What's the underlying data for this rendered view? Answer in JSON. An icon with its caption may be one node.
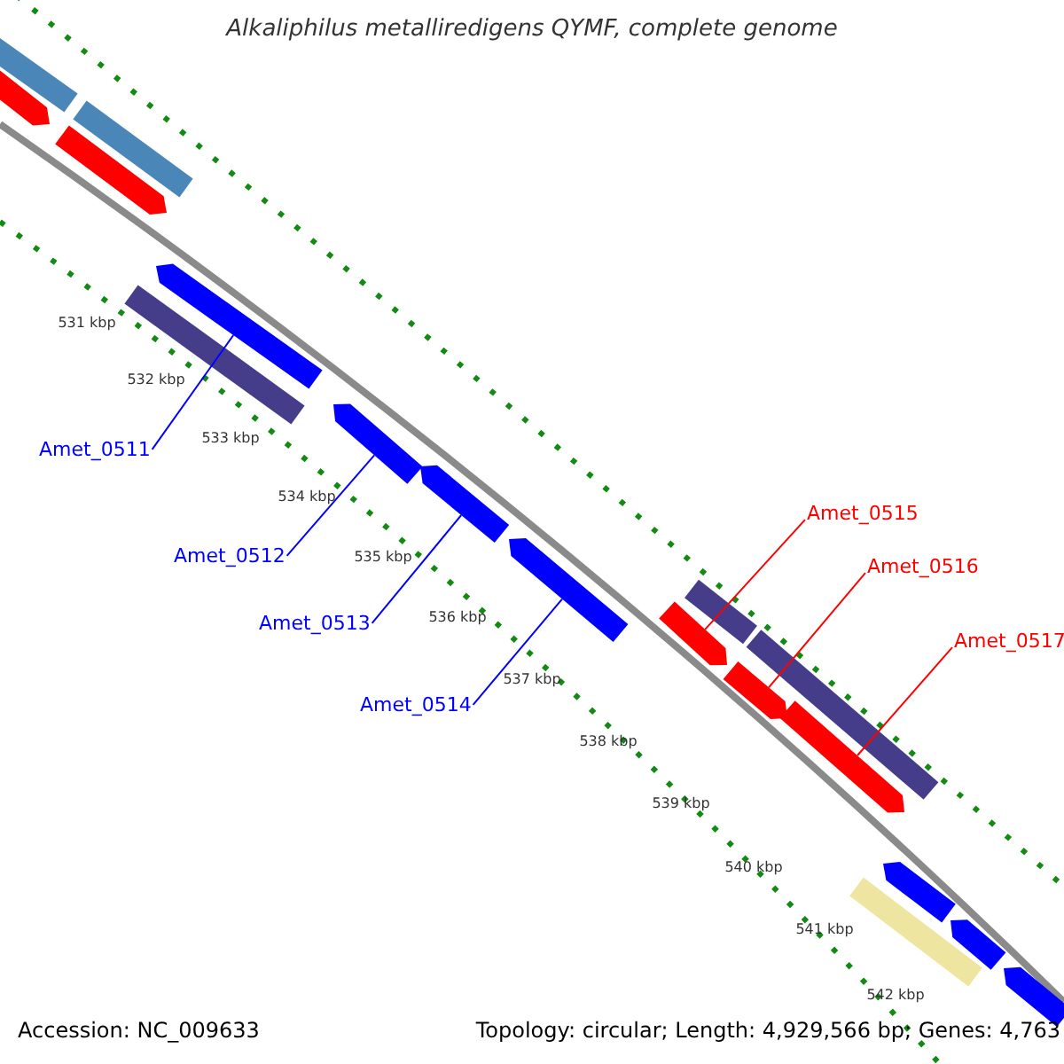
{
  "diagram": {
    "title": "Alkaliphilus metalliredigens QYMF, complete genome",
    "nodes": [
      {
        "text": [
          "Amet_0511"
        ]
      },
      {
        "text": [
          "Amet_0512"
        ]
      },
      {
        "text": [
          "Amet_0513"
        ]
      },
      {
        "text": [
          "Amet_0514"
        ]
      },
      {
        "text": [
          "Amet_0515"
        ]
      },
      {
        "text": [
          "Amet_0516"
        ]
      },
      {
        "text": [
          "Amet_0517"
        ]
      },
      {
        "text": [],
        "shape": "bar"
      },
      {
        "text": [],
        "shape": "arrow"
      },
      {
        "text": [],
        "shape": "arrow"
      },
      {
        "text": [],
        "shape": "bar"
      },
      {
        "text": [],
        "shape": "bar"
      },
      {
        "text": [],
        "shape": "arrow"
      },
      {
        "text": [],
        "shape": "arrow"
      },
      {
        "text": [],
        "shape": "arrow"
      },
      {
        "text": [],
        "shape": "arrow"
      },
      {
        "text": [],
        "shape": "arrow"
      },
      {
        "text": [],
        "shape": "bar"
      },
      {
        "text": [],
        "shape": "arrow"
      },
      {
        "text": [],
        "shape": "bar"
      },
      {
        "text": [],
        "shape": "arrow"
      },
      {
        "text": [],
        "shape": "bar"
      },
      {
        "text": [],
        "shape": "arrow"
      },
      {
        "text": [],
        "shape": "arrow"
      },
      {
        "text": [],
        "shape": "arrow"
      }
    ],
    "edges": [
      {
        "from": 0,
        "to": 12,
        "arrow": "none"
      },
      {
        "from": 1,
        "to": 13,
        "arrow": "none"
      },
      {
        "from": 2,
        "to": 14,
        "arrow": "none"
      },
      {
        "from": 3,
        "to": 15,
        "arrow": "none"
      },
      {
        "from": 4,
        "to": 16,
        "arrow": "none",
        "color": "#ff0000"
      },
      {
        "from": 5,
        "to": 18,
        "arrow": "none",
        "color": "#ff0000"
      },
      {
        "from": 6,
        "to": 20,
        "arrow": "none",
        "color": "#ff0000"
      }
    ],
    "labels": [
      "531 kbp",
      "532 kbp",
      "533 kbp",
      "534 kbp",
      "535 kbp",
      "536 kbp",
      "537 kbp",
      "538 kbp",
      "539 kbp",
      "540 kbp",
      "541 kbp",
      "542 kbp",
      "Accession: NC_009633",
      "Topology: circular; Length: 4,929,566 bp; Genes: 4,763"
    ]
  }
}
